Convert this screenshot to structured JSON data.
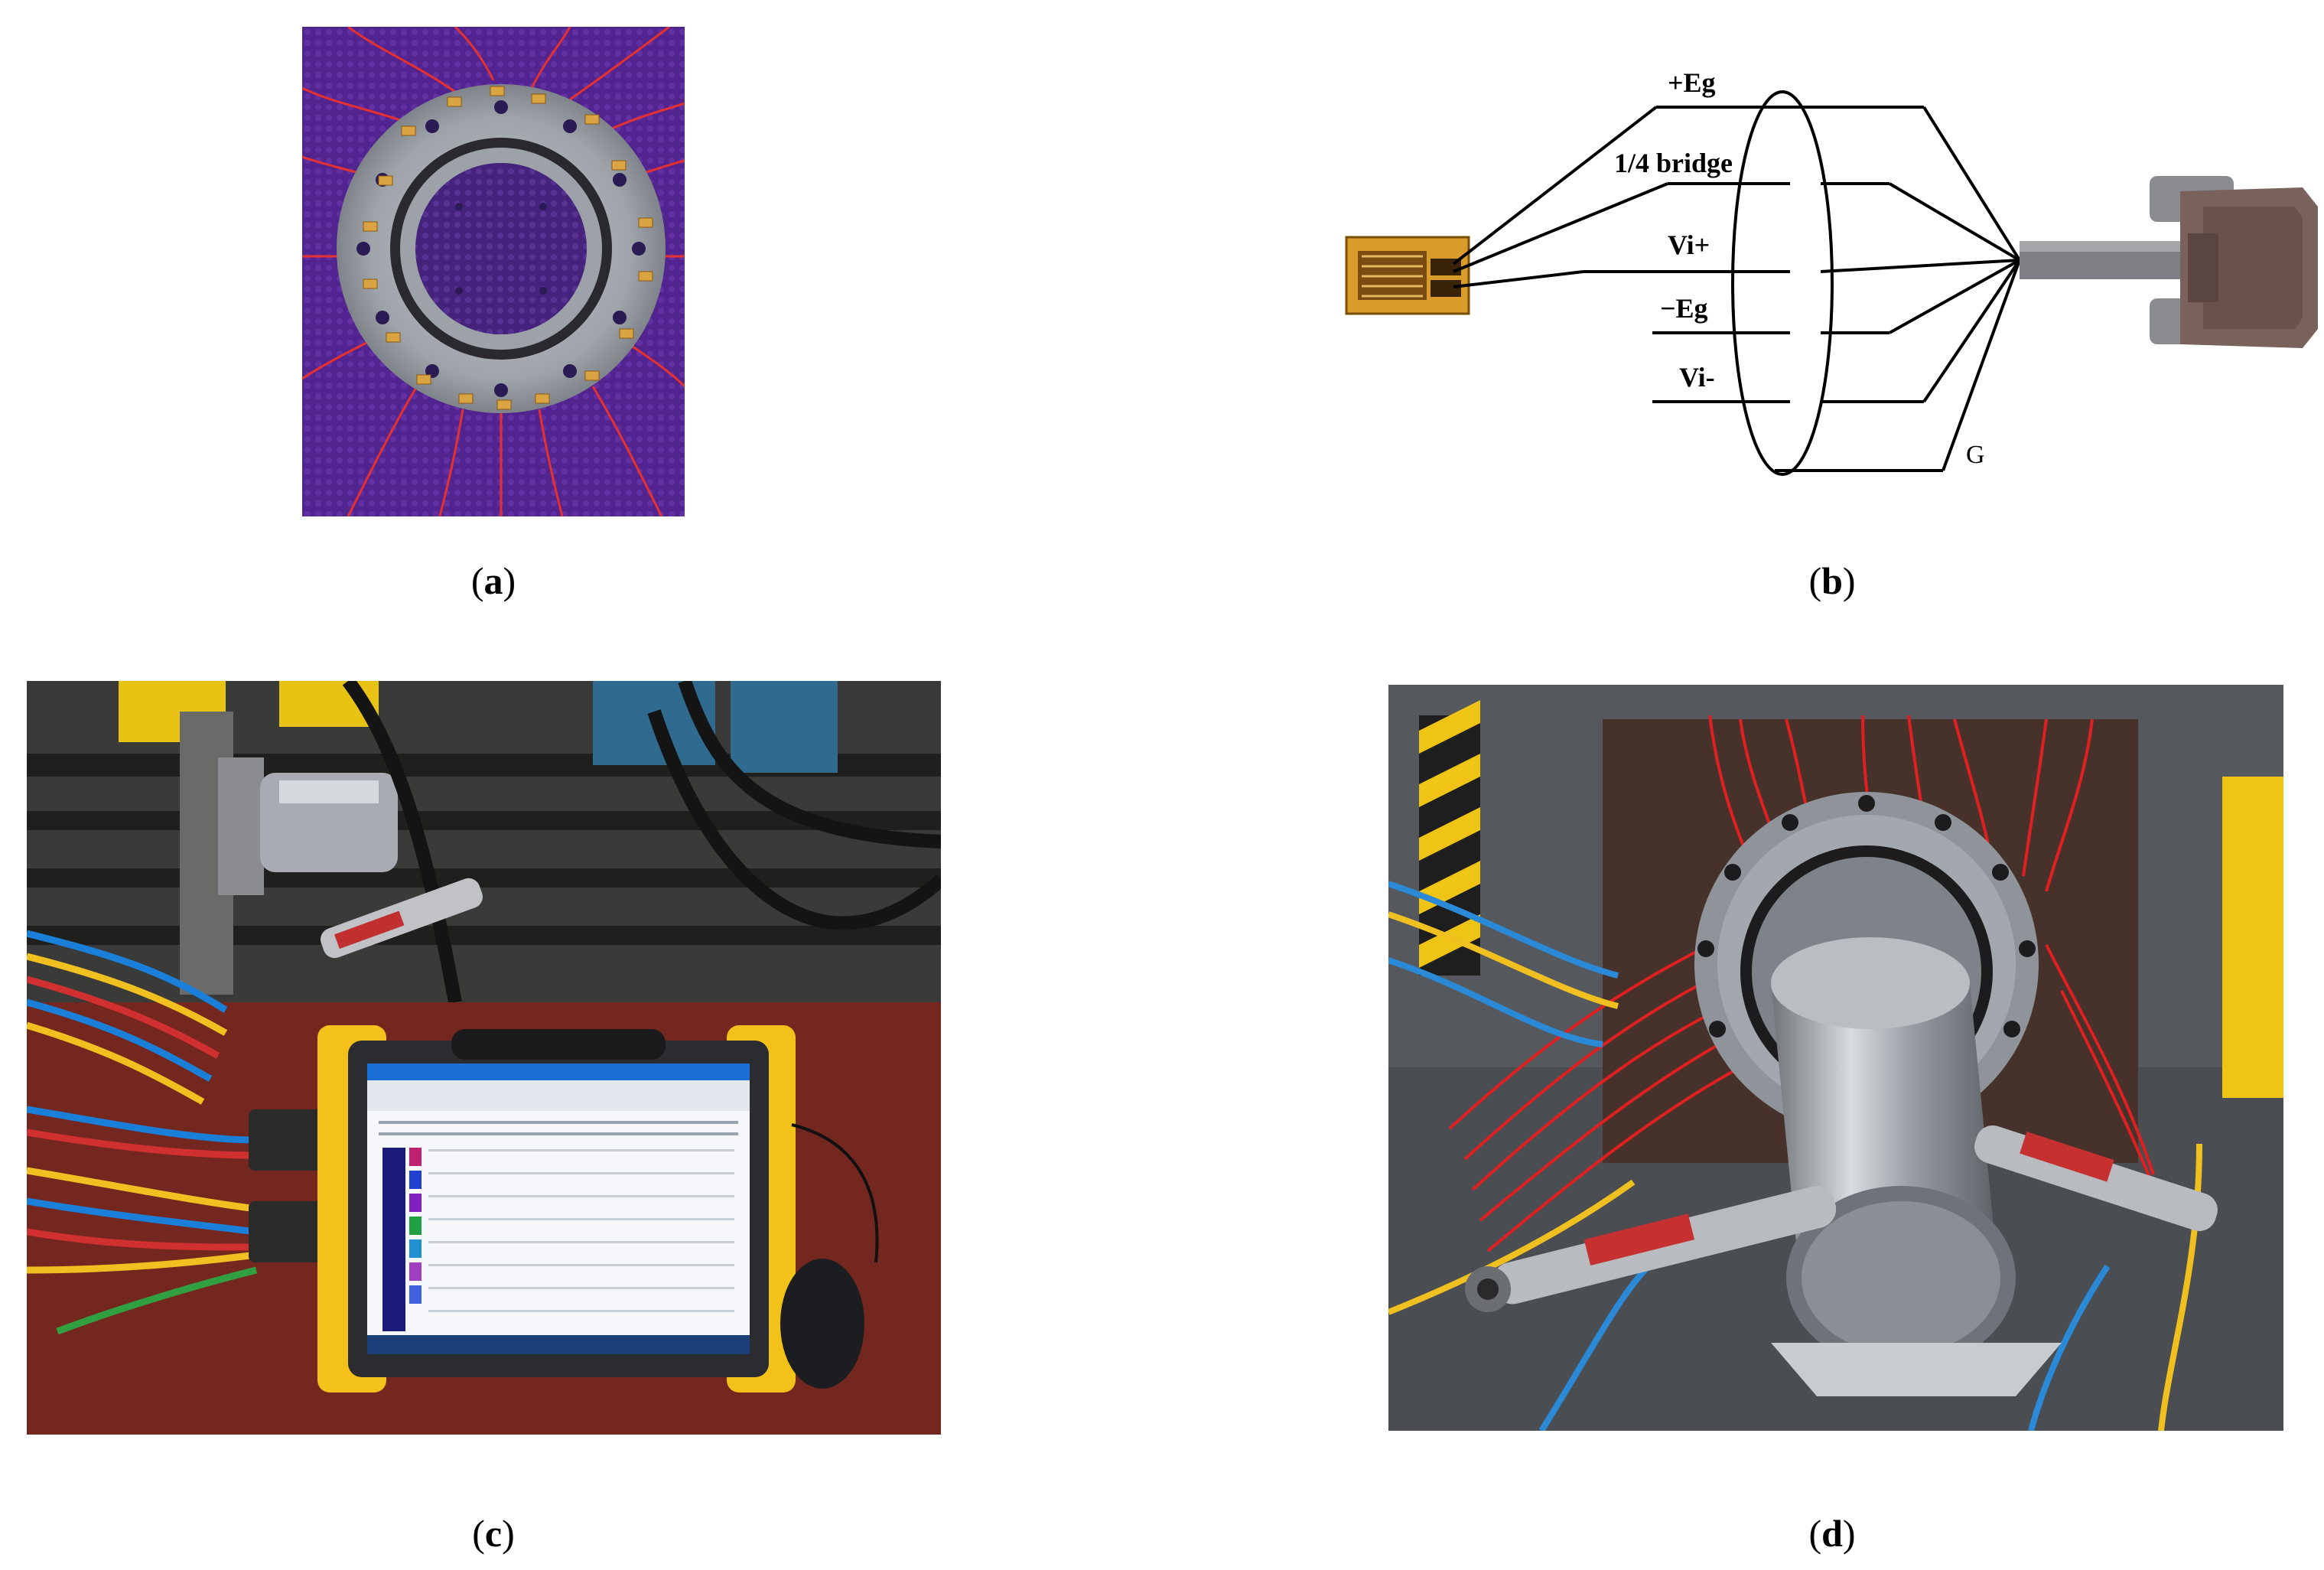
{
  "figure": {
    "panels": [
      {
        "id": "a",
        "caption_letter": "a"
      },
      {
        "id": "b",
        "caption_letter": "b"
      },
      {
        "id": "c",
        "caption_letter": "c"
      },
      {
        "id": "d",
        "caption_letter": "d"
      }
    ]
  },
  "wiring_diagram": {
    "labels": {
      "eg_plus": "+Eg",
      "quarter_bridge": "1/4 bridge",
      "vi_plus": "Vi+",
      "eg_minus": "−Eg",
      "vi_minus": "Vi-",
      "ground": "G"
    }
  },
  "colors": {
    "purple_cloth": "#5a2a9a",
    "wire_red": "#e02020",
    "tablet_yellow": "#f2c21a",
    "bench_wood": "#7a2a20",
    "steel": "#a9adb3",
    "screen_blue": "#1a6fd6"
  }
}
